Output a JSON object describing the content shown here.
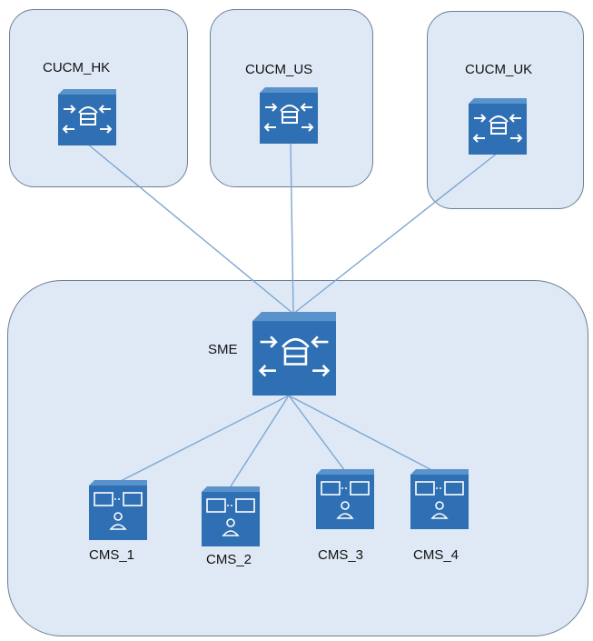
{
  "diagram": {
    "clusters": [
      {
        "id": "cucm-hk",
        "label": "CUCM_HK"
      },
      {
        "id": "cucm-us",
        "label": "CUCM_US"
      },
      {
        "id": "cucm-uk",
        "label": "CUCM_UK"
      }
    ],
    "sme": {
      "label": "SME"
    },
    "cms": [
      {
        "label": "CMS_1"
      },
      {
        "label": "CMS_2"
      },
      {
        "label": "CMS_3"
      },
      {
        "label": "CMS_4"
      }
    ],
    "colors": {
      "box_fill": "#dfe9f5",
      "box_border": "#6c7f96",
      "device_blue": "#2f6fb3",
      "link_line": "#7ea6d3"
    }
  }
}
